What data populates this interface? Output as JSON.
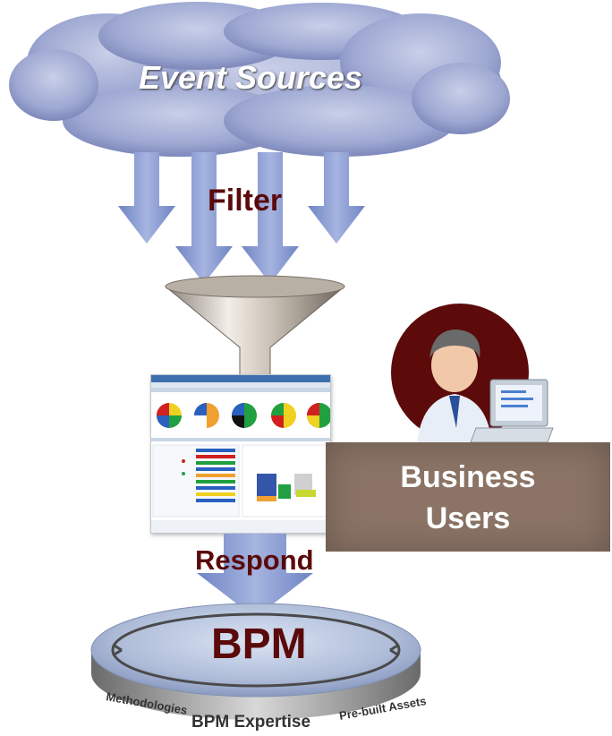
{
  "cloud": {
    "title": "Event Sources"
  },
  "flow": {
    "filter_label": "Filter",
    "respond_label": "Respond"
  },
  "users": {
    "line1": "Business",
    "line2": "Users"
  },
  "platform": {
    "title": "BPM",
    "ring": {
      "left": "Methodologies",
      "center": "BPM Expertise",
      "right": "Pre-built Assets"
    }
  },
  "colors": {
    "label": "#5a0a0a",
    "arrow": "#7f93cf",
    "users_box": "#8b7466",
    "avatar_circle": "#5c0a0a"
  }
}
